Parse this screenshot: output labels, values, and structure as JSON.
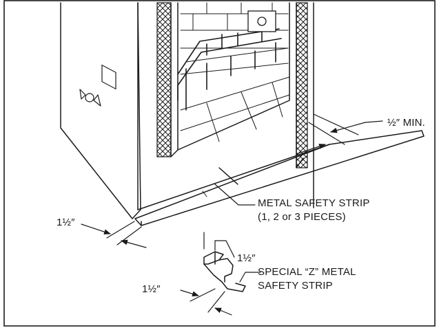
{
  "labels": {
    "half_inch_min": "½″ MIN.",
    "metal_strip_line1": "METAL SAFETY STRIP",
    "metal_strip_line2": "(1, 2 or 3 PIECES)",
    "left_one_half": "1½″",
    "z_top_one_half": "1½″",
    "special_z_line1": "SPECIAL “Z” METAL",
    "special_z_line2": "SAFETY STRIP",
    "z_left_one_half": "1½″"
  },
  "colors": {
    "ink": "#1a1a1a",
    "paper": "#ffffff"
  }
}
